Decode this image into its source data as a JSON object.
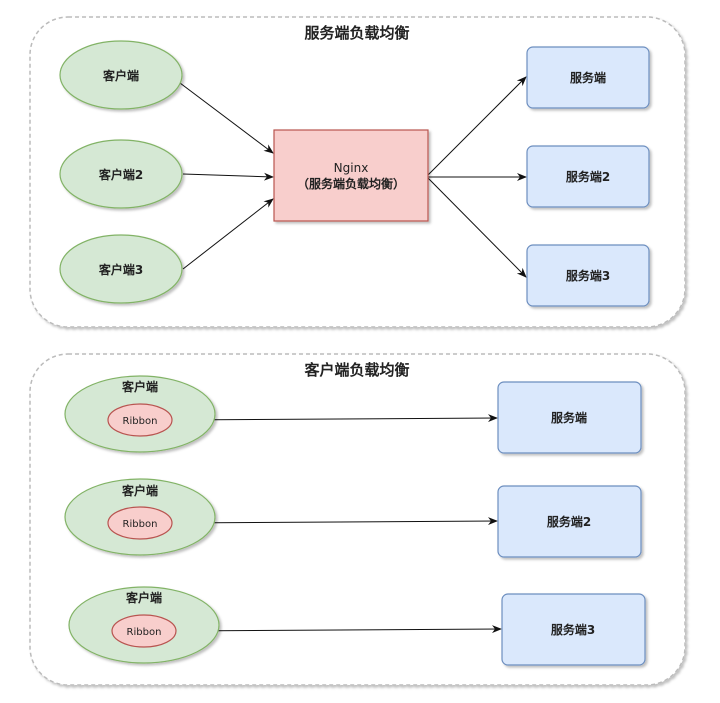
{
  "server_lb": {
    "title": "服务端负载均衡",
    "clients": [
      "客户端",
      "客户端2",
      "客户端3"
    ],
    "balancer": {
      "name": "Nginx",
      "desc": "（服务端负载均衡）"
    },
    "servers": [
      "服务端",
      "服务端2",
      "服务端3"
    ]
  },
  "client_lb": {
    "title": "客户端负载均衡",
    "clients": [
      {
        "label": "客户端",
        "component": "Ribbon"
      },
      {
        "label": "客户端",
        "component": "Ribbon"
      },
      {
        "label": "客户端",
        "component": "Ribbon"
      }
    ],
    "servers": [
      "服务端",
      "服务端2",
      "服务端3"
    ]
  },
  "colors": {
    "client_fill": "#d5e8d4",
    "client_stroke": "#82b366",
    "server_fill": "#dae8fc",
    "server_stroke": "#6c8ebf",
    "balancer_fill": "#f8cecc",
    "balancer_stroke": "#b85450",
    "group_stroke": "#bbbbbb"
  }
}
